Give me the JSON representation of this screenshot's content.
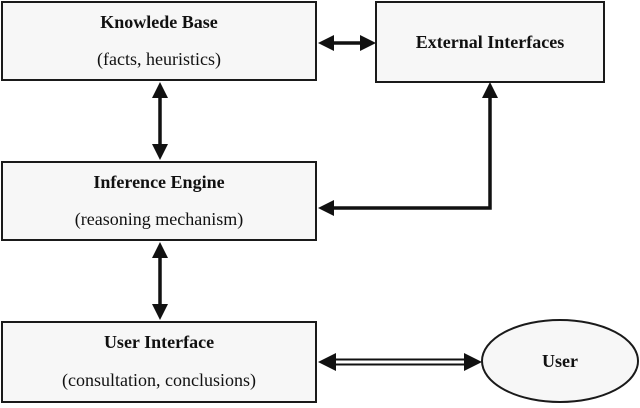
{
  "boxes": {
    "knowledge_base": {
      "title": "Knowlede Base",
      "subtitle": "(facts, heuristics)"
    },
    "external_interfaces": {
      "title": "External Interfaces"
    },
    "inference_engine": {
      "title": "Inference Engine",
      "subtitle": "(reasoning mechanism)"
    },
    "user_interface": {
      "title": "User Interface",
      "subtitle": "(consultation, conclusions)"
    },
    "user": {
      "title": "User"
    }
  },
  "colors": {
    "box_fill": "#f7f7f7",
    "stroke": "#1a1a1a",
    "arrow": "#111111"
  }
}
